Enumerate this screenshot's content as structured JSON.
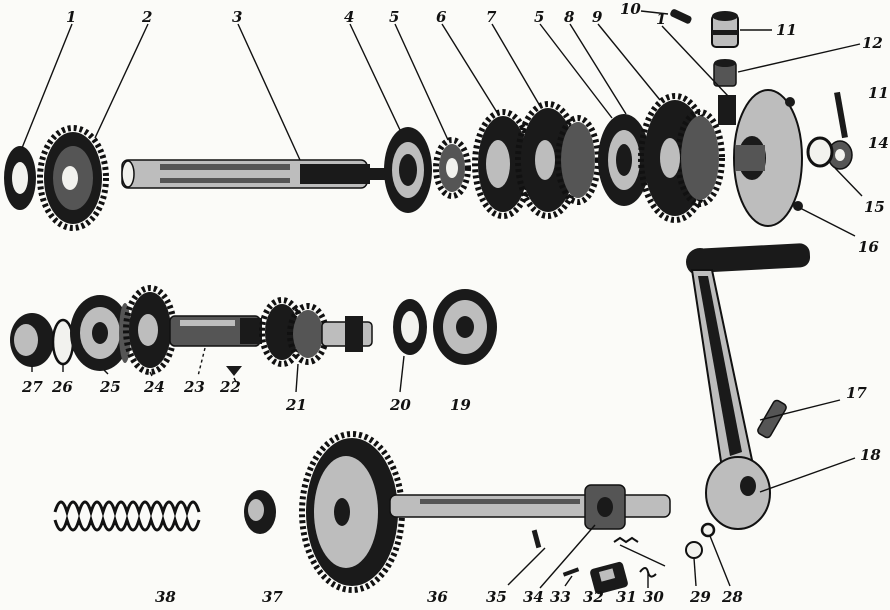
{
  "callouts": {
    "c1": "1",
    "c2": "2",
    "c3": "3",
    "c4": "4",
    "c5a": "5",
    "c6": "6",
    "c7": "7",
    "c5b": "5",
    "c8": "8",
    "c9": "9",
    "c10": "10",
    "c1b": "1",
    "c11": "11",
    "c12": "12",
    "c11b": "11",
    "c14": "14",
    "c15": "15",
    "c16": "16",
    "c27": "27",
    "c26": "26",
    "c25": "25",
    "c24": "24",
    "c23": "23",
    "c22": "22",
    "c21": "21",
    "c20": "20",
    "c19": "19",
    "c17": "17",
    "c18": "18",
    "c38": "38",
    "c37": "37",
    "c36": "36",
    "c35": "35",
    "c34": "34",
    "c33": "33",
    "c32": "32",
    "c31": "31",
    "c30": "30",
    "c29": "29",
    "c28": "28"
  }
}
